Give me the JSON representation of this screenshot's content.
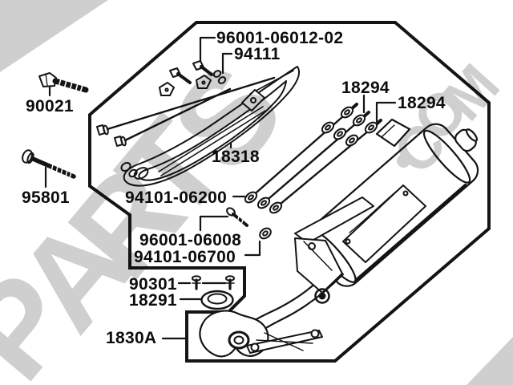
{
  "diagram": {
    "description": "Exhaust muffler exploded-view parts diagram",
    "figure_code": "1830A-assembly"
  },
  "parts": [
    {
      "label": "96001-06012-02"
    },
    {
      "label": "94111"
    },
    {
      "label": "90021"
    },
    {
      "label": "18294"
    },
    {
      "label": "18294"
    },
    {
      "label": "18318"
    },
    {
      "label": "95801"
    },
    {
      "label": "94101-06200"
    },
    {
      "label": "96001-06008"
    },
    {
      "label": "94101-06700"
    },
    {
      "label": "90301"
    },
    {
      "label": "18291"
    },
    {
      "label": "1830A"
    }
  ],
  "watermark": {
    "letters": [
      "P",
      "A",
      "R",
      "T",
      "S"
    ],
    "com_letters": [
      "C",
      "O",
      "M"
    ]
  },
  "colors": {
    "line": "#141414",
    "label_text": "#0d0d0d",
    "watermark": "#cfcfcf",
    "background": "#ffffff"
  }
}
